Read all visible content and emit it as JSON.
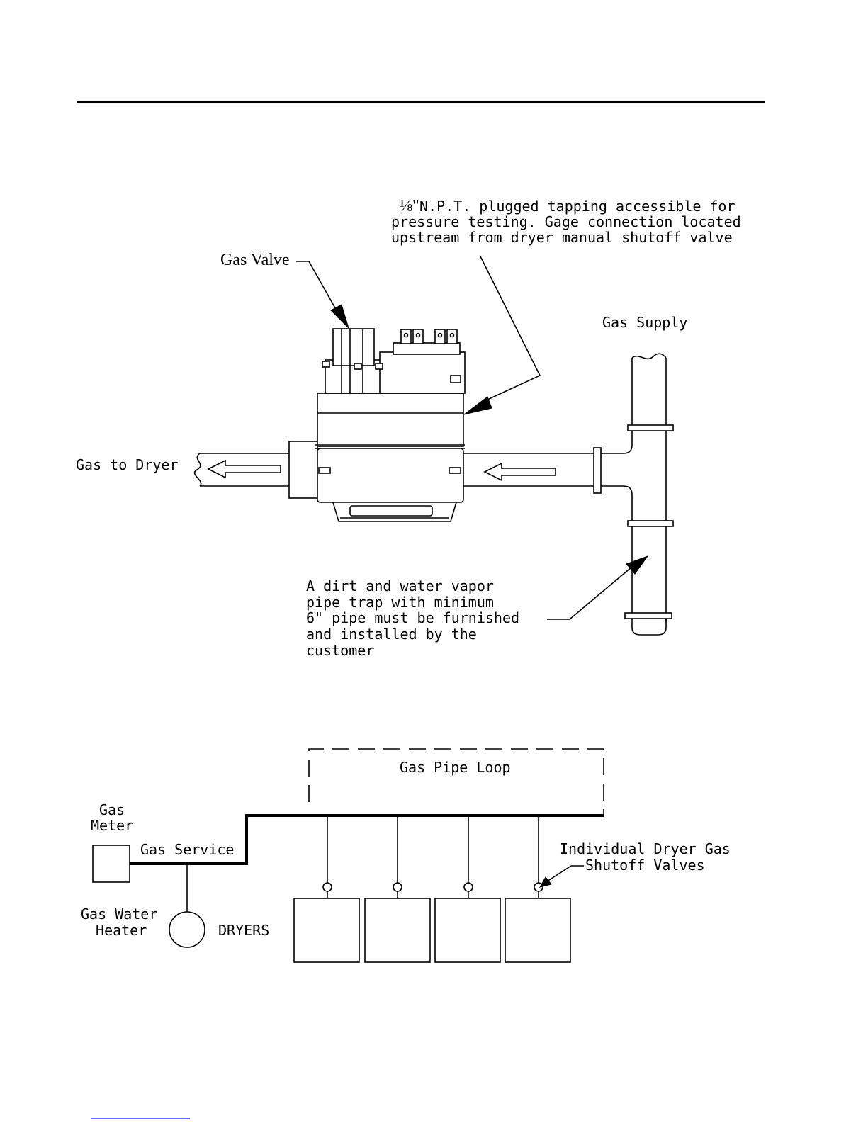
{
  "top_diagram": {
    "tapping_fraction": "⅛\"",
    "tapping_note_line1": "N.P.T. plugged tapping accessible for",
    "tapping_note_line2": "pressure testing.  Gage connection located",
    "tapping_note_line3": "upstream from dryer manual shutoff valve",
    "gas_valve_label": "Gas Valve",
    "gas_supply_label": "Gas Supply",
    "gas_to_dryer_label": "Gas to Dryer",
    "trap_note_line1": "A dirt and water vapor",
    "trap_note_line2": "pipe trap with minimum",
    "trap_note_line3": "6\" pipe must be furnished",
    "trap_note_line4": "and installed by the",
    "trap_note_line5": "customer"
  },
  "bottom_diagram": {
    "gas_pipe_loop_label": "Gas Pipe Loop",
    "gas_meter_line1": "Gas",
    "gas_meter_line2": "Meter",
    "gas_service_label": "Gas Service",
    "water_heater_line1": "Gas Water",
    "water_heater_line2": "Heater",
    "dryers_label": "DRYERS",
    "shutoff_line1": "Individual Dryer Gas",
    "shutoff_line2": "Shutoff Valves",
    "dryer_count": 4
  }
}
